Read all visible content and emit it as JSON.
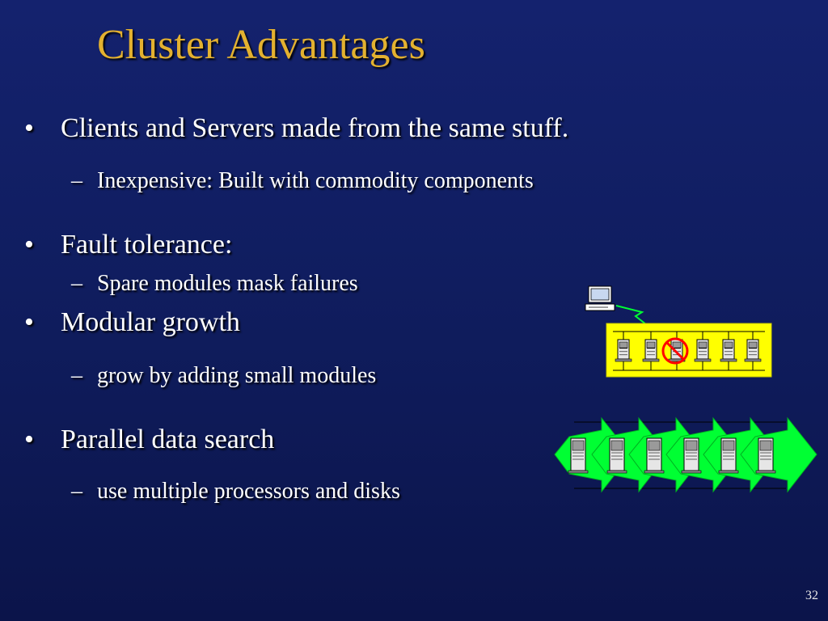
{
  "slide": {
    "title": "Cluster Advantages",
    "page_number": "32",
    "bullets": [
      {
        "text": "Clients and Servers made from the same stuff.",
        "sub": [
          "Inexpensive: Built with commodity components"
        ]
      },
      {
        "text": "Fault tolerance:",
        "sub": [
          "Spare modules mask failures"
        ]
      },
      {
        "text": "Modular growth",
        "sub": [
          "grow by adding small modules"
        ]
      },
      {
        "text": "Parallel data search",
        "sub": [
          "use multiple processors and disks"
        ]
      }
    ],
    "bullet_glyph": "•",
    "sub_glyph": "–"
  },
  "colors": {
    "title": "#e3b130",
    "panel": "#ffff00",
    "arrow": "#00ff33",
    "fault_mark": "#ff0000"
  }
}
